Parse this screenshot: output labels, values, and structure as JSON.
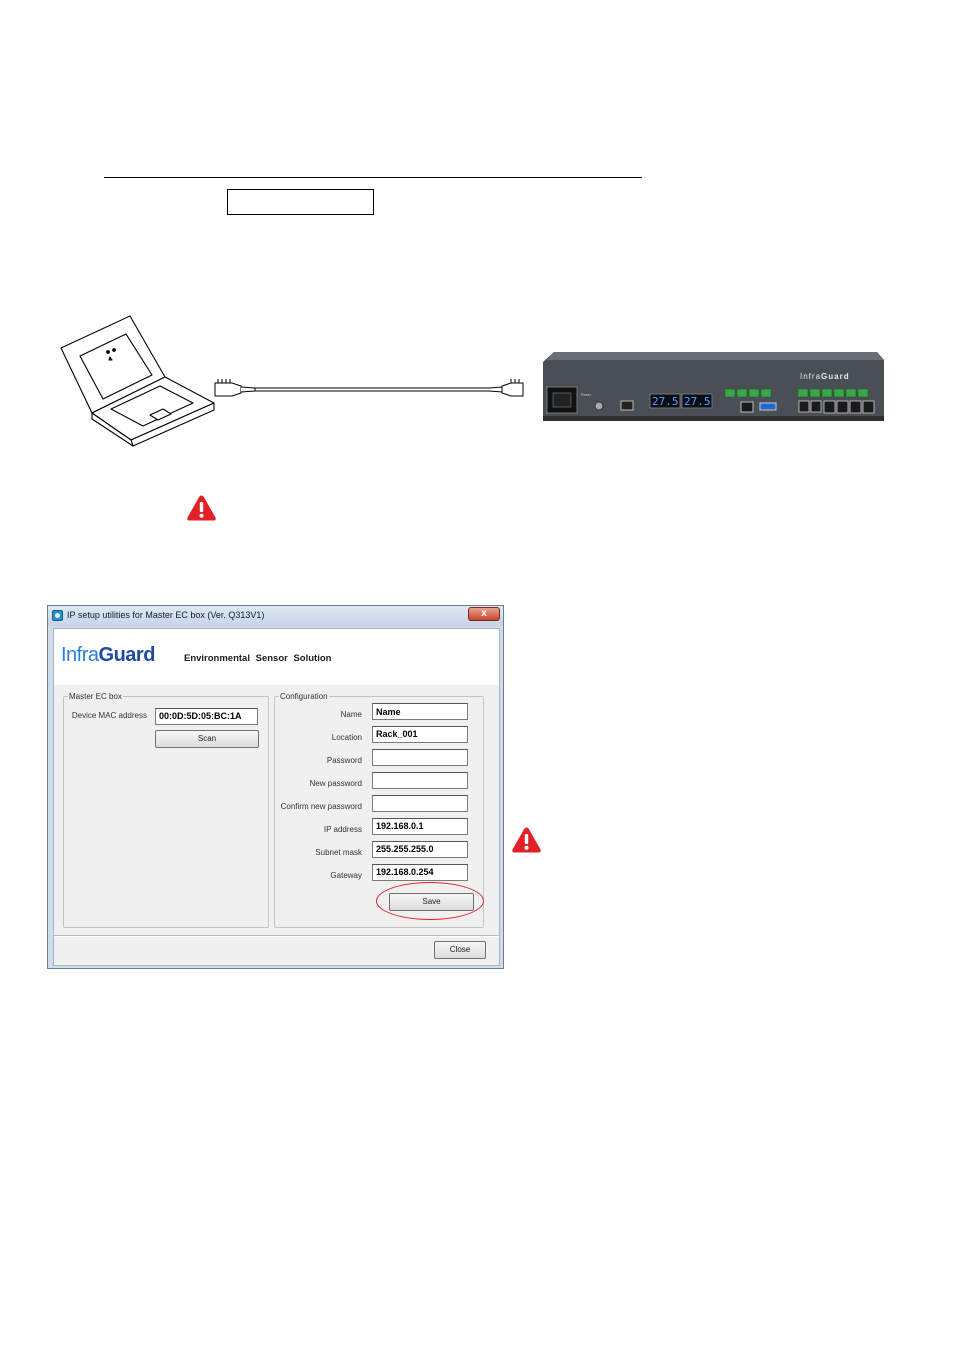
{
  "device": {
    "panel_label": "Power",
    "display_left": "27.5",
    "display_right": "27.5",
    "brand_prefix": "I",
    "brand_mid": "nfra",
    "brand_suffix": "Guard"
  },
  "window": {
    "title": "IP setup utilities for Master EC box (Ver. Q313V1)",
    "close_glyph": "x",
    "logo_infra": "Infra",
    "logo_guard": "Guard",
    "tagline": "Environmental  Sensor Solution"
  },
  "master_group": {
    "legend": "Master EC box",
    "mac_label": "Device MAC address",
    "mac_value": "00:0D:5D:05:BC:1A",
    "scan_label": "Scan"
  },
  "config_group": {
    "legend": "Configuration",
    "fields": [
      {
        "label": "Name",
        "value": ""
      },
      {
        "label": "Location",
        "value": "Rack_001"
      },
      {
        "label": "Password",
        "value": ""
      },
      {
        "label": "New password",
        "value": ""
      },
      {
        "label": "Confirm new password",
        "value": ""
      },
      {
        "label": "IP address",
        "value": "192.168.0.1"
      },
      {
        "label": "Subnet mask",
        "value": "255.255.255.0"
      },
      {
        "label": "Gateway",
        "value": "192.168.0.254"
      }
    ],
    "name_placeholder": "Name",
    "save_label": "Save"
  },
  "footer": {
    "close_label": "Close"
  },
  "icons": {
    "warning": "warning-triangle-icon",
    "laptop": "laptop-icon",
    "cable": "ethernet-cable-icon"
  },
  "colors": {
    "warning_red": "#e02228",
    "logo_blue": "#1f4aa0",
    "highlight_ring": "#d8252a"
  }
}
